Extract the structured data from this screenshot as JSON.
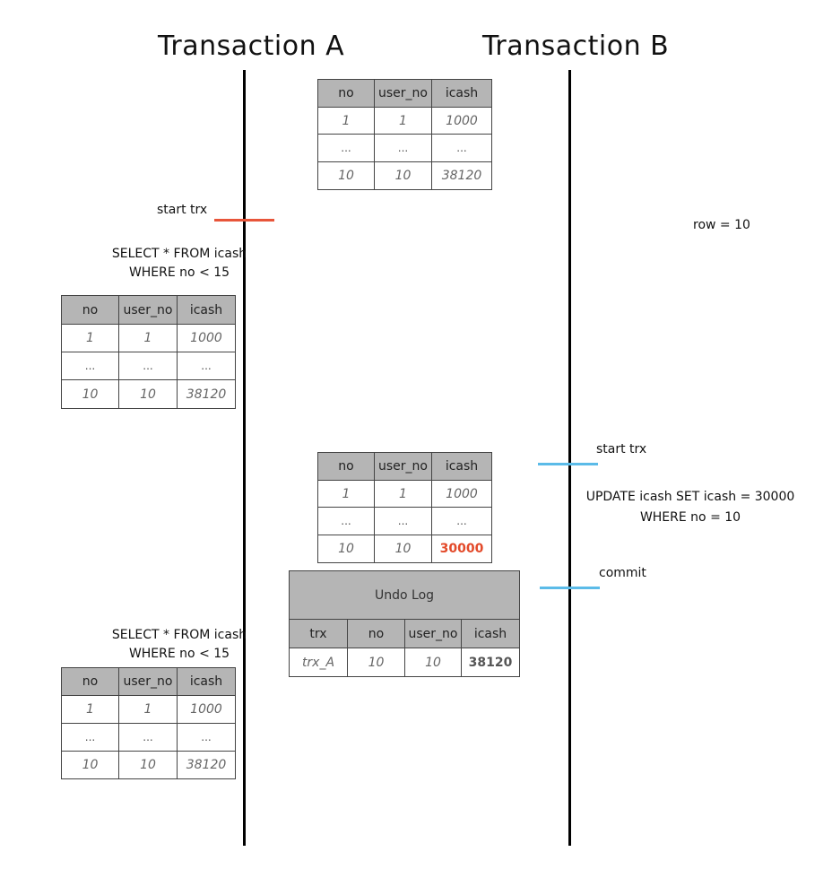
{
  "headers": {
    "a": "Transaction A",
    "b": "Transaction B"
  },
  "columns": [
    "no",
    "user_no",
    "icash"
  ],
  "initial_table": {
    "rows": [
      [
        "1",
        "1",
        "1000"
      ],
      [
        "...",
        "...",
        "..."
      ],
      [
        "10",
        "10",
        "38120"
      ]
    ]
  },
  "tx_a": {
    "start_label": "start trx",
    "query1": {
      "line1": "SELECT * FROM icash",
      "line2": "WHERE no < 15"
    },
    "result1": {
      "rows": [
        [
          "1",
          "1",
          "1000"
        ],
        [
          "...",
          "...",
          "..."
        ],
        [
          "10",
          "10",
          "38120"
        ]
      ]
    },
    "query2": {
      "line1": "SELECT * FROM icash",
      "line2": "WHERE no < 15"
    },
    "result2": {
      "rows": [
        [
          "1",
          "1",
          "1000"
        ],
        [
          "...",
          "...",
          "..."
        ],
        [
          "10",
          "10",
          "38120"
        ]
      ]
    }
  },
  "tx_b": {
    "row_note": "row = 10",
    "start_label": "start trx",
    "update": {
      "line1": "UPDATE icash SET icash = 30000",
      "line2": "WHERE no = 10"
    },
    "updated_table": {
      "rows": [
        [
          "1",
          "1",
          "1000"
        ],
        [
          "...",
          "...",
          "..."
        ],
        [
          "10",
          "10",
          "30000"
        ]
      ]
    },
    "commit_label": "commit"
  },
  "undo_log": {
    "title": "Undo Log",
    "columns": [
      "trx",
      "no",
      "user_no",
      "icash"
    ],
    "row": [
      "trx_A",
      "10",
      "10",
      "38120"
    ]
  },
  "colors": {
    "start_a": "#e8553a",
    "start_b": "#5bbbe8",
    "highlight": "#e34a2a",
    "header_bg": "#b5b5b5"
  }
}
